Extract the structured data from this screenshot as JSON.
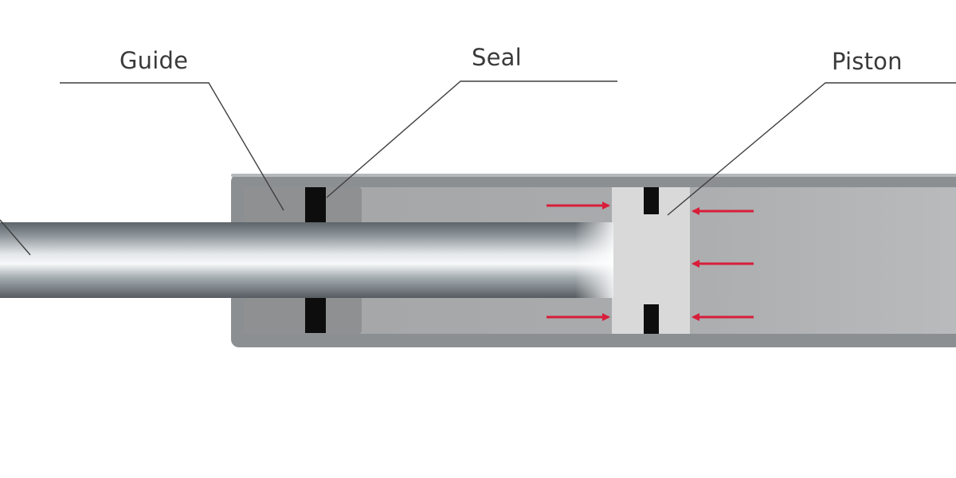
{
  "labels": {
    "guide": "Guide",
    "seal": "Seal",
    "piston": "Piston"
  },
  "parts": {
    "cylinder": "cylinder-body",
    "rod": "piston-rod",
    "guide": "guide-bushing",
    "seals": "rod-seal",
    "piston": "piston-head",
    "piston_seals": "piston-seal"
  },
  "arrows": {
    "count_left": 2,
    "count_right": 3,
    "meaning": "pressure"
  },
  "colors": {
    "background": "#ffffff",
    "cylinder_wall": "#8c8f91",
    "cylinder_inner": "#a8aaac",
    "guide": "#8e9092",
    "seal": "#0d0d0d",
    "piston": "#d9d9d9",
    "rod_dark": "#6e757a",
    "rod_light": "#f2f4f5",
    "arrow": "#d81e3a",
    "leader_line": "#3f3f3f",
    "label_text": "#3a3a3a"
  }
}
